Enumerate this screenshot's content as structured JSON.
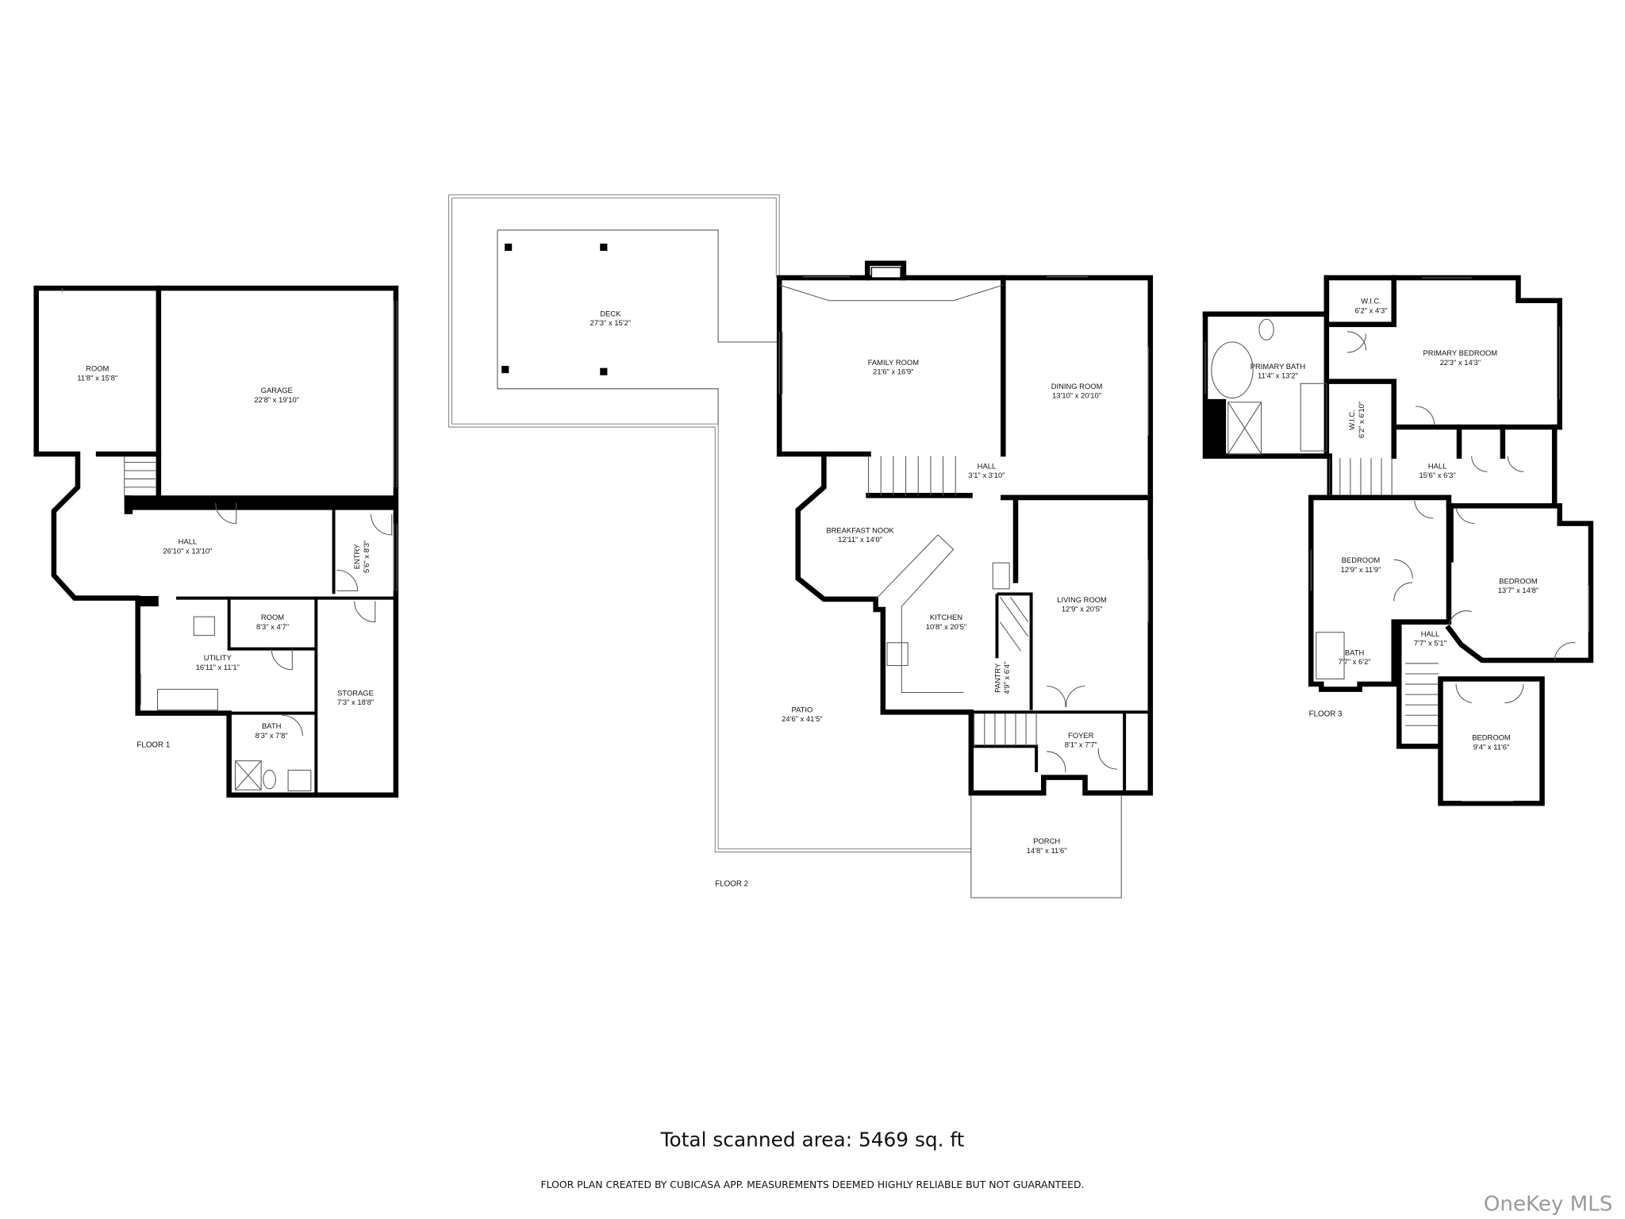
{
  "floors": [
    {
      "label": "FLOOR 1",
      "rooms": [
        {
          "name": "ROOM",
          "size": "11'8\" x 15'8\""
        },
        {
          "name": "GARAGE",
          "size": "22'8\" x 19'10\""
        },
        {
          "name": "HALL",
          "size": "26'10\" x 13'10\""
        },
        {
          "name": "ENTRY",
          "size": "5'6\" x 8'3\""
        },
        {
          "name": "ROOM",
          "size": "8'3\" x 4'7\""
        },
        {
          "name": "UTILITY",
          "size": "16'11\" x 11'1\""
        },
        {
          "name": "STORAGE",
          "size": "7'3\" x 18'8\""
        },
        {
          "name": "BATH",
          "size": "8'3\" x 7'8\""
        }
      ]
    },
    {
      "label": "FLOOR 2",
      "rooms": [
        {
          "name": "DECK",
          "size": "27'3\" x 15'2\""
        },
        {
          "name": "FAMILY ROOM",
          "size": "21'6\" x 16'9\""
        },
        {
          "name": "DINING ROOM",
          "size": "13'10\" x 20'10\""
        },
        {
          "name": "HALL",
          "size": "3'1\" x 3'10\""
        },
        {
          "name": "BREAKFAST NOOK",
          "size": "12'11\" x 14'0\""
        },
        {
          "name": "KITCHEN",
          "size": "10'8\" x 20'5\""
        },
        {
          "name": "LIVING ROOM",
          "size": "12'9\" x 20'5\""
        },
        {
          "name": "PANTRY",
          "size": "4'9\" x 6'4\""
        },
        {
          "name": "PATIO",
          "size": "24'6\" x 41'5\""
        },
        {
          "name": "FOYER",
          "size": "8'1\" x 7'7\""
        },
        {
          "name": "PORCH",
          "size": "14'8\" x 11'6\""
        }
      ]
    },
    {
      "label": "FLOOR 3",
      "rooms": [
        {
          "name": "W.I.C.",
          "size": "6'2\" x 4'3\""
        },
        {
          "name": "PRIMARY BEDROOM",
          "size": "22'3\" x 14'3\""
        },
        {
          "name": "PRIMARY BATH",
          "size": "11'4\" x 13'2\""
        },
        {
          "name": "W.I.C.",
          "size": "6'2\" x 6'10\""
        },
        {
          "name": "HALL",
          "size": "15'6\" x 6'3\""
        },
        {
          "name": "BEDROOM",
          "size": "12'9\" x 11'9\""
        },
        {
          "name": "BEDROOM",
          "size": "13'7\" x 14'8\""
        },
        {
          "name": "HALL",
          "size": "7'7\" x 5'1\""
        },
        {
          "name": "BATH",
          "size": "7'7\" x 6'2\""
        },
        {
          "name": "BEDROOM",
          "size": "9'4\" x 11'6\""
        }
      ]
    }
  ],
  "total_area": "Total scanned area: 5469 sq. ft",
  "disclaimer": "FLOOR PLAN CREATED BY CUBICASA APP. MEASUREMENTS DEEMED HIGHLY RELIABLE BUT NOT GUARANTEED.",
  "watermark": "OneKey MLS"
}
